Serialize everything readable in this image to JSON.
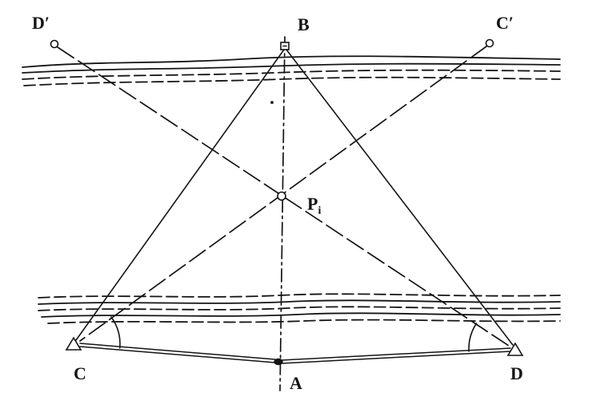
{
  "colors": {
    "ink": "#141414",
    "background": "#ffffff"
  },
  "diagram": {
    "labels": {
      "d_prime": "D′",
      "b": "B",
      "c_prime": "C′",
      "p_main": "P",
      "p_subscript": "i",
      "c": "C",
      "a": "A",
      "d": "D"
    }
  }
}
